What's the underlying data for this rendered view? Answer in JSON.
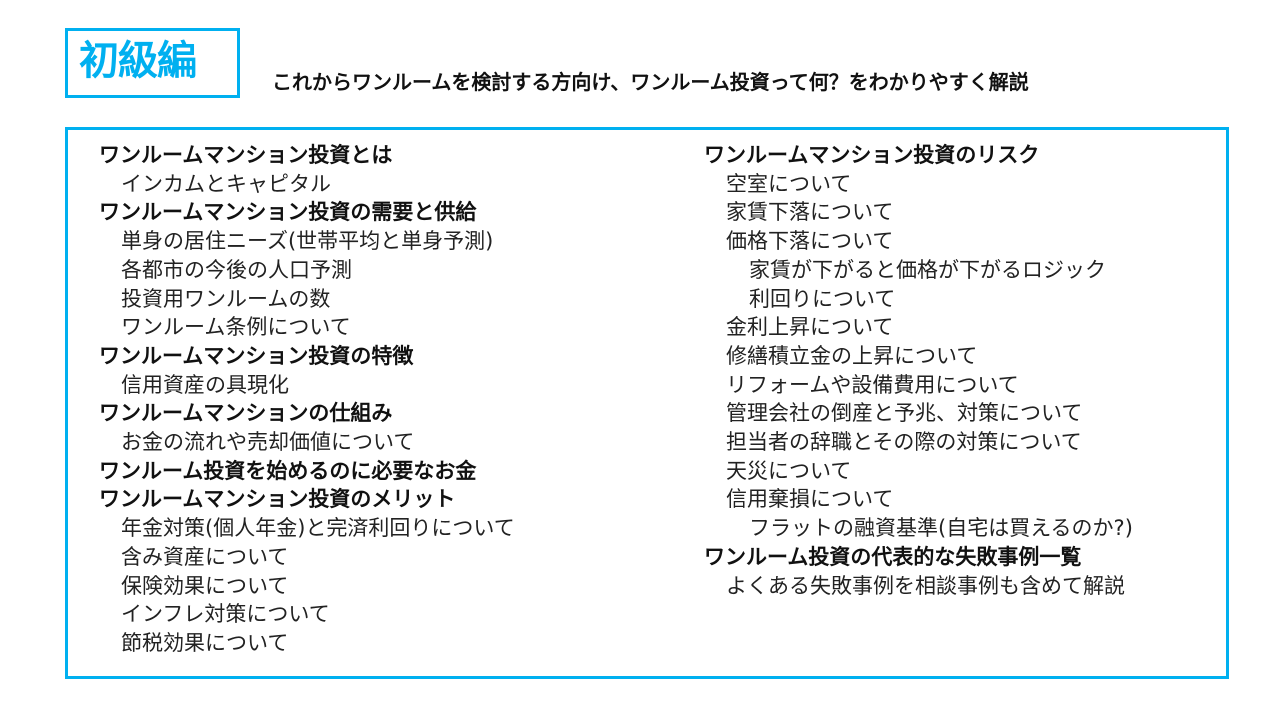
{
  "header": {
    "badge": "初級編",
    "subtitle": "これからワンルームを検討する方向け、ワンルーム投資って何？をわかりやすく解説",
    "accent_color": "#00b0f0"
  },
  "left_column": [
    {
      "level": 0,
      "text": "ワンルームマンション投資とは"
    },
    {
      "level": 1,
      "text": "インカムとキャピタル"
    },
    {
      "level": 0,
      "text": "ワンルームマンション投資の需要と供給"
    },
    {
      "level": 1,
      "text": "単身の居住ニーズ(世帯平均と単身予測)"
    },
    {
      "level": 1,
      "text": "各都市の今後の人口予測"
    },
    {
      "level": 1,
      "text": "投資用ワンルームの数"
    },
    {
      "level": 1,
      "text": "ワンルーム条例について"
    },
    {
      "level": 0,
      "text": "ワンルームマンション投資の特徴"
    },
    {
      "level": 1,
      "text": "信用資産の具現化"
    },
    {
      "level": 0,
      "text": "ワンルームマンションの仕組み"
    },
    {
      "level": 1,
      "text": "お金の流れや売却価値について"
    },
    {
      "level": 0,
      "text": "ワンルーム投資を始めるのに必要なお金"
    },
    {
      "level": 0,
      "text": "ワンルームマンション投資のメリット"
    },
    {
      "level": 1,
      "text": "年金対策(個人年金)と完済利回りについて"
    },
    {
      "level": 1,
      "text": "含み資産について"
    },
    {
      "level": 1,
      "text": "保険効果について"
    },
    {
      "level": 1,
      "text": "インフレ対策について"
    },
    {
      "level": 1,
      "text": "節税効果について"
    }
  ],
  "right_column": [
    {
      "level": 0,
      "text": "ワンルームマンション投資のリスク"
    },
    {
      "level": 1,
      "text": "空室について"
    },
    {
      "level": 1,
      "text": "家賃下落について"
    },
    {
      "level": 1,
      "text": "価格下落について"
    },
    {
      "level": 2,
      "text": "家賃が下がると価格が下がるロジック"
    },
    {
      "level": 2,
      "text": "利回りについて"
    },
    {
      "level": 1,
      "text": "金利上昇について"
    },
    {
      "level": 1,
      "text": "修繕積立金の上昇について"
    },
    {
      "level": 1,
      "text": "リフォームや設備費用について"
    },
    {
      "level": 1,
      "text": "管理会社の倒産と予兆、対策について"
    },
    {
      "level": 1,
      "text": "担当者の辞職とその際の対策について"
    },
    {
      "level": 1,
      "text": "天災について"
    },
    {
      "level": 1,
      "text": "信用棄損について"
    },
    {
      "level": 2,
      "text": "フラットの融資基準(自宅は買えるのか?)"
    },
    {
      "level": 0,
      "text": "ワンルーム投資の代表的な失敗事例一覧"
    },
    {
      "level": 1,
      "text": "よくある失敗事例を相談事例も含めて解説"
    }
  ]
}
